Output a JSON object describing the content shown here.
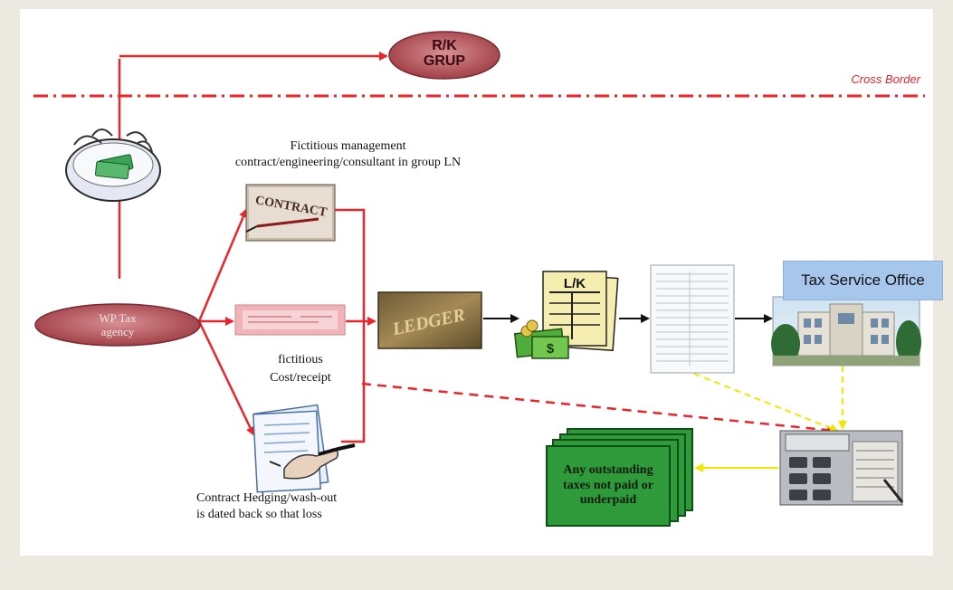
{
  "labels": {
    "rk_group": "R/K\nGRUP",
    "cross_border": "Cross Border",
    "wp_tax_agency": "WP Tax\nagency",
    "fictitious_management": "Fictitious management\ncontract/engineering/consultant in group LN",
    "fictitious_cost": "fictitious\nCost/receipt",
    "contract_hedging": "Contract Hedging/wash-out\nis dated back so that loss",
    "tax_service_office": "Tax Service Office",
    "outstanding_taxes": "Any outstanding\ntaxes not paid or\nunderpaid",
    "contract_word": "CONTRACT",
    "ledger_word": "LEDGER",
    "lk_word": "L/K",
    "dollar_sign": "$"
  },
  "colors": {
    "arrow_red": "#e8262b",
    "arrow_black": "#111111",
    "arrow_yellow": "#f2e600",
    "ellipse_fill": "#b5545c",
    "tso_box": "#a7c6ec",
    "card_green": "#2e9a3a"
  },
  "icons": [
    "money-hands-icon",
    "contract-document-icon",
    "receipt-icon",
    "ledger-book-icon",
    "lk-document-icon",
    "tax-form-icon",
    "office-building-icon",
    "calculator-icon",
    "hand-signing-icon"
  ]
}
